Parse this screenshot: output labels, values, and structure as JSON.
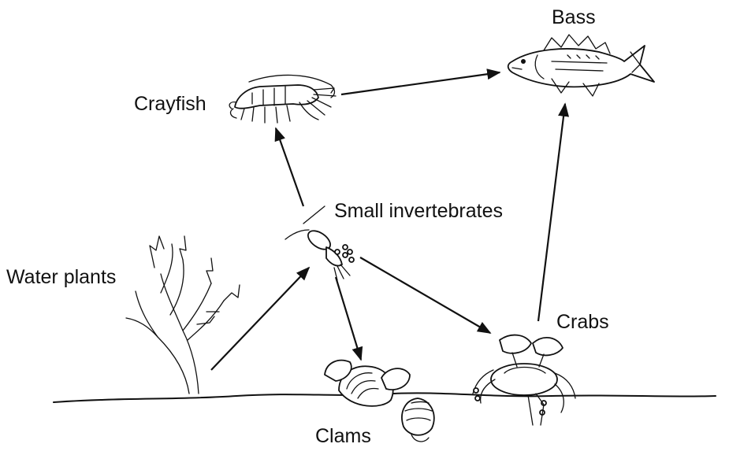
{
  "diagram": {
    "organisms": {
      "bass": "Bass",
      "crayfish": "Crayfish",
      "small_invertebrates": "Small invertebrates",
      "water_plants": "Water plants",
      "crabs": "Crabs",
      "clams": "Clams"
    },
    "food_chain_arrows": [
      {
        "from": "Water plants",
        "to": "Small invertebrates"
      },
      {
        "from": "Small invertebrates",
        "to": "Crayfish"
      },
      {
        "from": "Small invertebrates",
        "to": "Clams"
      },
      {
        "from": "Small invertebrates",
        "to": "Crabs"
      },
      {
        "from": "Crayfish",
        "to": "Bass"
      },
      {
        "from": "Crabs",
        "to": "Bass"
      }
    ]
  }
}
